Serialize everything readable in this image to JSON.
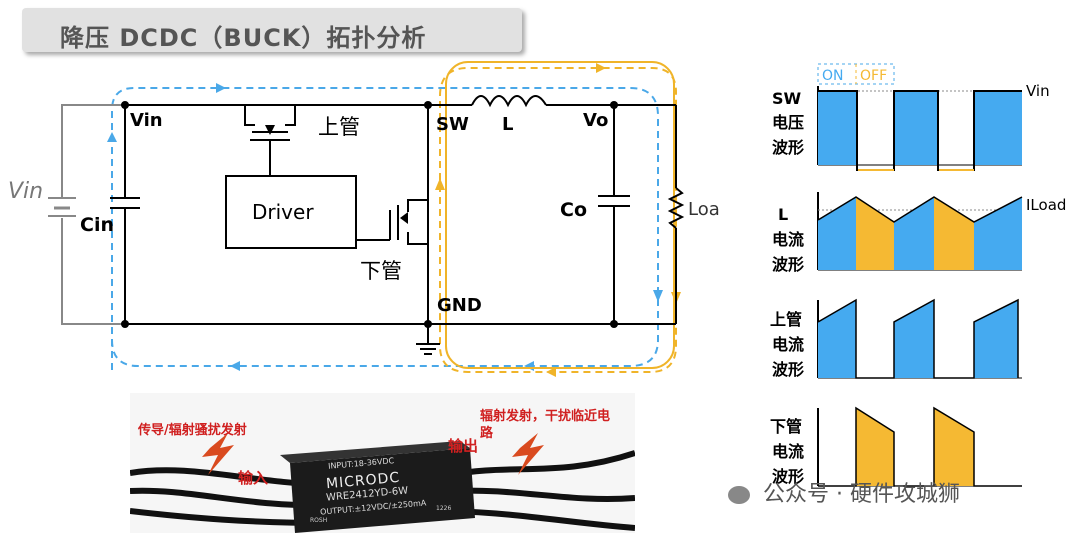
{
  "title": "降压 DCDC（BUCK）拓扑分析",
  "schematic": {
    "source_label": "Vin",
    "vin_node": "Vin",
    "cin_label": "Cin",
    "high_side_fet": "上管",
    "low_side_fet": "下管",
    "driver_label": "Driver",
    "sw_node": "SW",
    "inductor_label": "L",
    "vo_node": "Vo",
    "co_label": "Co",
    "load_label": "Load",
    "gnd_label": "GND",
    "colors": {
      "wire": "#000000",
      "source_wire": "#888888",
      "on_path": "#4aa8e8",
      "off_path": "#f0b429",
      "box": "#f0b429"
    }
  },
  "waveforms": {
    "on_label": "ON",
    "off_label": "OFF",
    "sw_title": [
      "SW",
      "电压",
      "波形"
    ],
    "sw_ref": "Vin",
    "l_title": [
      "L",
      "电流",
      "波形"
    ],
    "l_ref": "ILoad",
    "hs_title": [
      "上管",
      "电流",
      "波形"
    ],
    "ls_title": [
      "下管",
      "电流",
      "波形"
    ],
    "colors": {
      "on": "#45aaf0",
      "off": "#f5b933"
    }
  },
  "photo": {
    "left_note": "传导/辐射骚扰发射",
    "right_note_line1": "辐射发射，干扰临近电",
    "right_note_line2": "路",
    "input_label": "输入",
    "output_label": "输出",
    "module_line1": "INPUT:18-36VDC",
    "module_brand": "MICRODC",
    "module_model": "WRE2412YD-6W",
    "module_output": "OUTPUT:±12VDC/±250mA",
    "module_rohs": "ROSH",
    "module_code": "1226"
  },
  "watermark": "公众号 · 硬件攻城狮"
}
